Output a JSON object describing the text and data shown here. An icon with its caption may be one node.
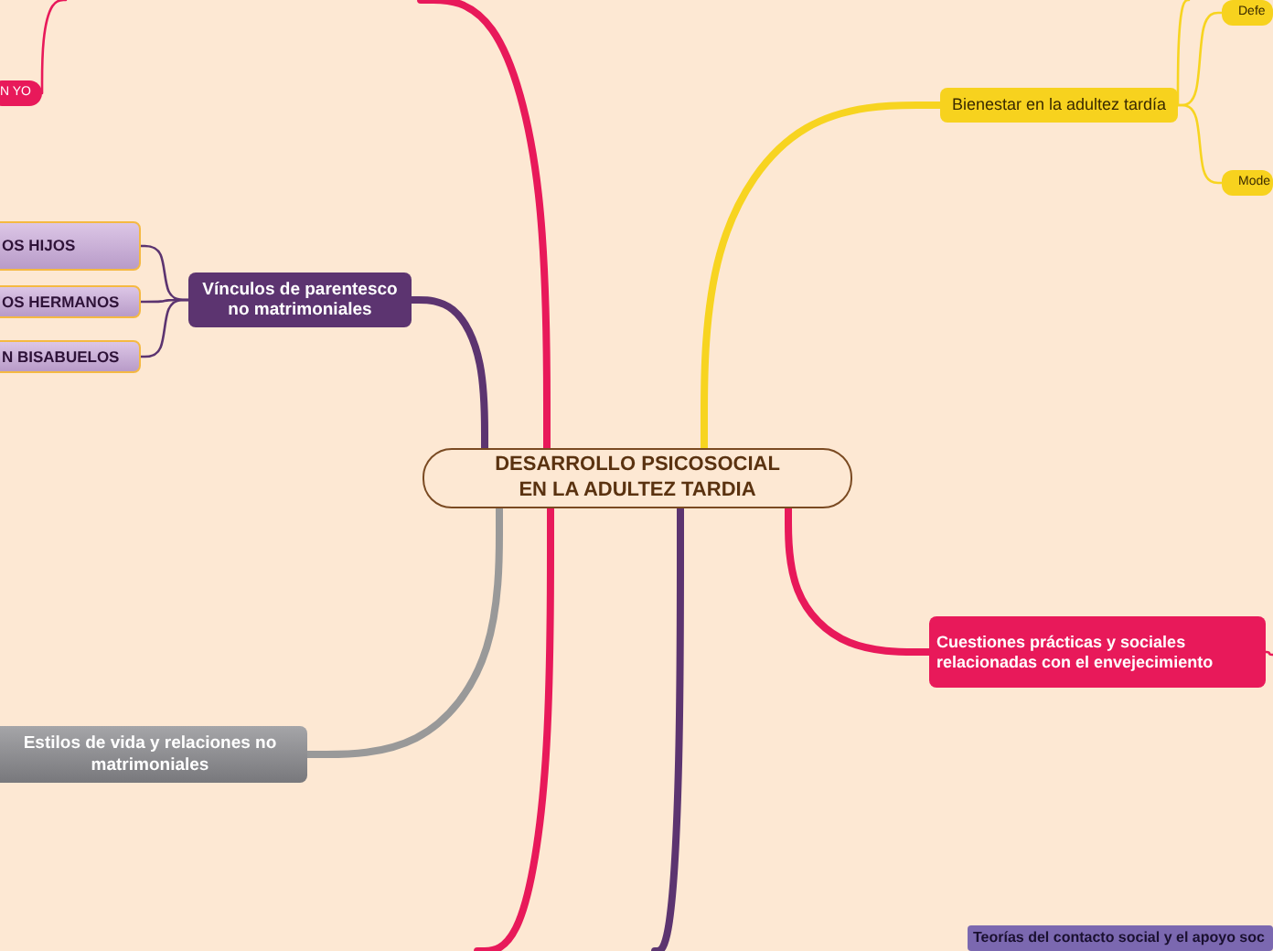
{
  "diagram": {
    "nodes": [
      {
        "text": [
          "DESARROLLO PSICOSOCIAL EN LA ADULTEZ TARDIA"
        ]
      },
      {
        "text": [
          "Bienestar en la adultez tardía"
        ]
      },
      {
        "text": [
          "Defe"
        ]
      },
      {
        "text": [
          "Mode"
        ]
      },
      {
        "text": [
          "Cuestiones prácticas y sociales relacionadas con el envejecimiento"
        ]
      },
      {
        "text": [
          "Teorías del contacto social y el apoyo soc"
        ]
      },
      {
        "text": [
          "Estilos de vida y relaciones no matrimoniales"
        ]
      },
      {
        "text": [
          "Vínculos de parentesco no matrimoniales"
        ]
      },
      {
        "text": [
          "OS HIJOS"
        ]
      },
      {
        "text": [
          "OS HERMANOS"
        ]
      },
      {
        "text": [
          "N BISABUELOS"
        ]
      },
      {
        "text": [
          "N YO"
        ]
      }
    ],
    "edges": [
      {
        "from": 0,
        "to": 1,
        "arrow": "none",
        "style": "thick",
        "color": "#f7d420"
      },
      {
        "from": 0,
        "to": 4,
        "arrow": "none",
        "style": "thick",
        "color": "#e8195a"
      },
      {
        "from": 0,
        "to": 6,
        "arrow": "none",
        "style": "thick",
        "color": "#999999"
      },
      {
        "from": 0,
        "to": 7,
        "arrow": "none",
        "style": "thick",
        "color": "#5c3470"
      },
      {
        "from": 0,
        "to": null,
        "arrow": "none",
        "style": "thick",
        "color": "#e8195a"
      },
      {
        "from": 0,
        "to": null,
        "arrow": "none",
        "style": "thick",
        "color": "#e8195a"
      },
      {
        "from": 0,
        "to": null,
        "arrow": "none",
        "style": "thick",
        "color": "#5c3470"
      },
      {
        "from": 1,
        "to": 2,
        "arrow": "none",
        "color": "#f7d420"
      },
      {
        "from": 1,
        "to": 3,
        "arrow": "none",
        "color": "#f7d420"
      },
      {
        "from": 1,
        "to": null,
        "arrow": "none",
        "color": "#f7d420"
      },
      {
        "from": 7,
        "to": 8,
        "arrow": "none",
        "color": "#5c3470"
      },
      {
        "from": 7,
        "to": 9,
        "arrow": "none",
        "color": "#5c3470"
      },
      {
        "from": 7,
        "to": 10,
        "arrow": "none",
        "color": "#5c3470"
      },
      {
        "from": 11,
        "to": null,
        "arrow": "none",
        "color": "#e8195a"
      },
      {
        "from": 4,
        "to": null,
        "arrow": "none",
        "color": "#e8195a"
      }
    ]
  }
}
